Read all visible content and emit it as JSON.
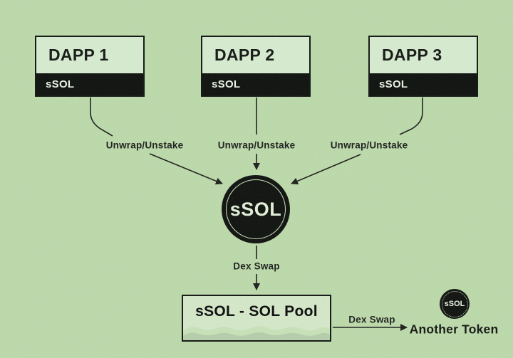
{
  "colors": {
    "background": "#c1ddb0",
    "box_fill": "#dcefd6",
    "pool_fill": "#daeccf",
    "ink": "#1b1b1b",
    "node_black": "#0c0c0c",
    "light_text": "#e8f4df"
  },
  "dapps": [
    {
      "title": "DAPP 1",
      "token": "sSOL"
    },
    {
      "title": "DAPP 2",
      "token": "sSOL"
    },
    {
      "title": "DAPP 3",
      "token": "sSOL"
    }
  ],
  "flow_labels": {
    "unwrap1": "Unwrap/Unstake",
    "unwrap2": "Unwrap/Unstake",
    "unwrap3": "Unwrap/Unstake",
    "dex_swap_mid": "Dex Swap",
    "dex_swap_right": "Dex Swap"
  },
  "hub": {
    "label": "sSOL"
  },
  "pool": {
    "label": "sSOL - SOL Pool"
  },
  "another_token": {
    "label": "Another Token",
    "badge": "sSOL"
  }
}
